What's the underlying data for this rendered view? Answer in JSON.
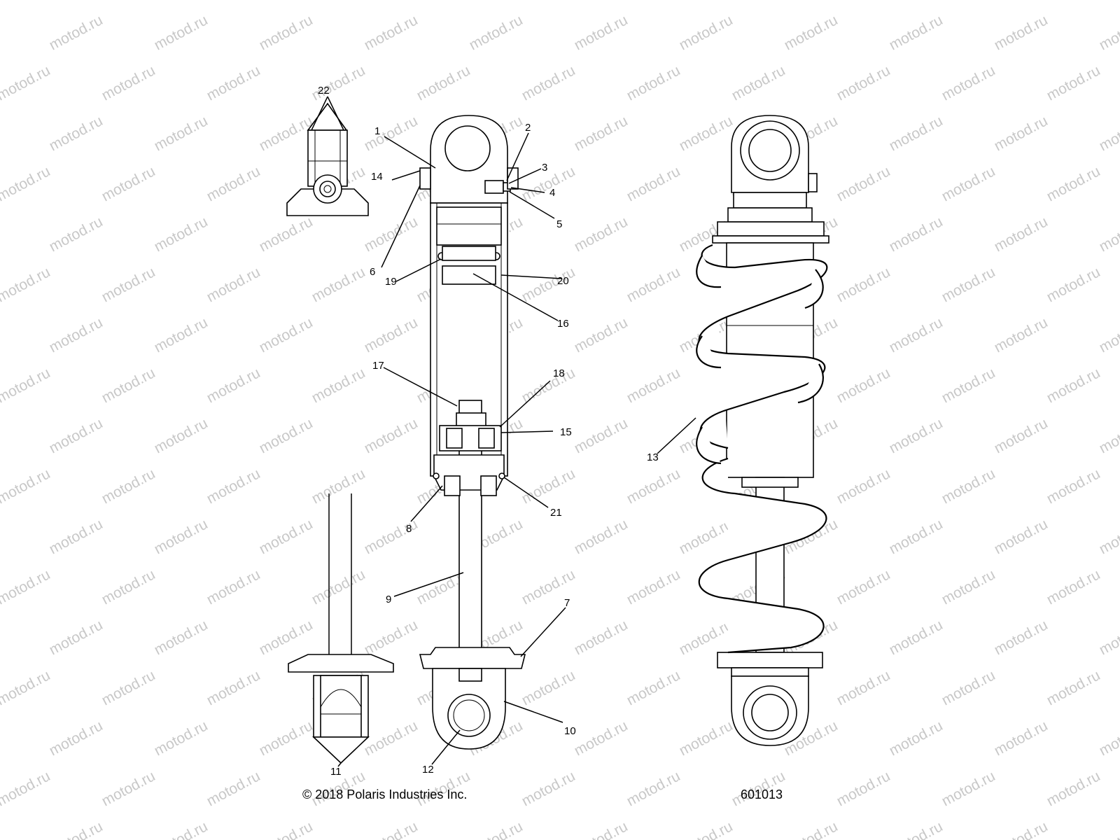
{
  "watermark": "motod.ru",
  "copyright": "© 2018 Polaris Industries Inc.",
  "figure_number": "601013",
  "callouts": [
    "1",
    "2",
    "3",
    "4",
    "5",
    "6",
    "7",
    "8",
    "9",
    "10",
    "11",
    "12",
    "13",
    "14",
    "15",
    "16",
    "17",
    "18",
    "19",
    "20",
    "21",
    "22"
  ]
}
